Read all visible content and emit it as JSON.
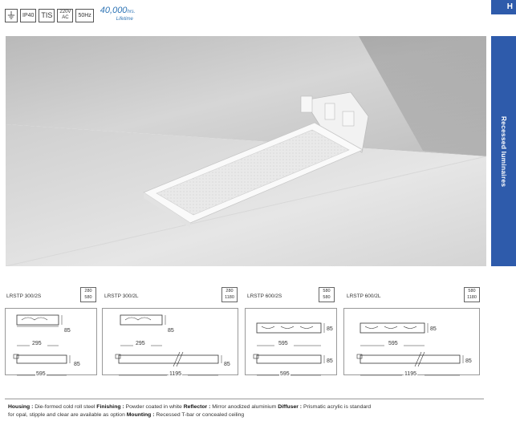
{
  "certs": {
    "ip": "IP40",
    "tis": "TIS",
    "voltage_top": "220V",
    "voltage_bottom": "AC",
    "freq": "50Hz"
  },
  "lifetime": {
    "hours": "40,000",
    "unit": "hrs.",
    "label": "Lifetime"
  },
  "side_tab": {
    "label": "Recessed luminaires",
    "letter": "H"
  },
  "models": [
    {
      "name": "LRSTP 300/2S",
      "cut_w": "280",
      "cut_l": "580",
      "width": "295",
      "length": "595",
      "height": "85"
    },
    {
      "name": "LRSTP 300/2L",
      "cut_w": "280",
      "cut_l": "1180",
      "width": "295",
      "length": "1195",
      "height": "85"
    },
    {
      "name": "LRSTP 600/2S",
      "cut_w": "580",
      "cut_l": "580",
      "width": "595",
      "length": "595",
      "height": "85"
    },
    {
      "name": "LRSTP 600/2L",
      "cut_w": "580",
      "cut_l": "1180",
      "width": "595",
      "length": "1195",
      "height": "85"
    }
  ],
  "spec": {
    "housing_label": "Housing :",
    "housing": "Die-formed cold roll steel",
    "finishing_label": "Finishing :",
    "finishing": "Powder coated in white",
    "reflector_label": "Reflector :",
    "reflector": "Mirror anodized aluminium",
    "diffuser_label": "Diffuser :",
    "diffuser": "Prismatic acrylic is standard",
    "diffuser_cont": "for opal, stipple and clear are available as option",
    "mounting_label": "Mounting :",
    "mounting": "Recessed T-bar or concealed ceiling"
  }
}
